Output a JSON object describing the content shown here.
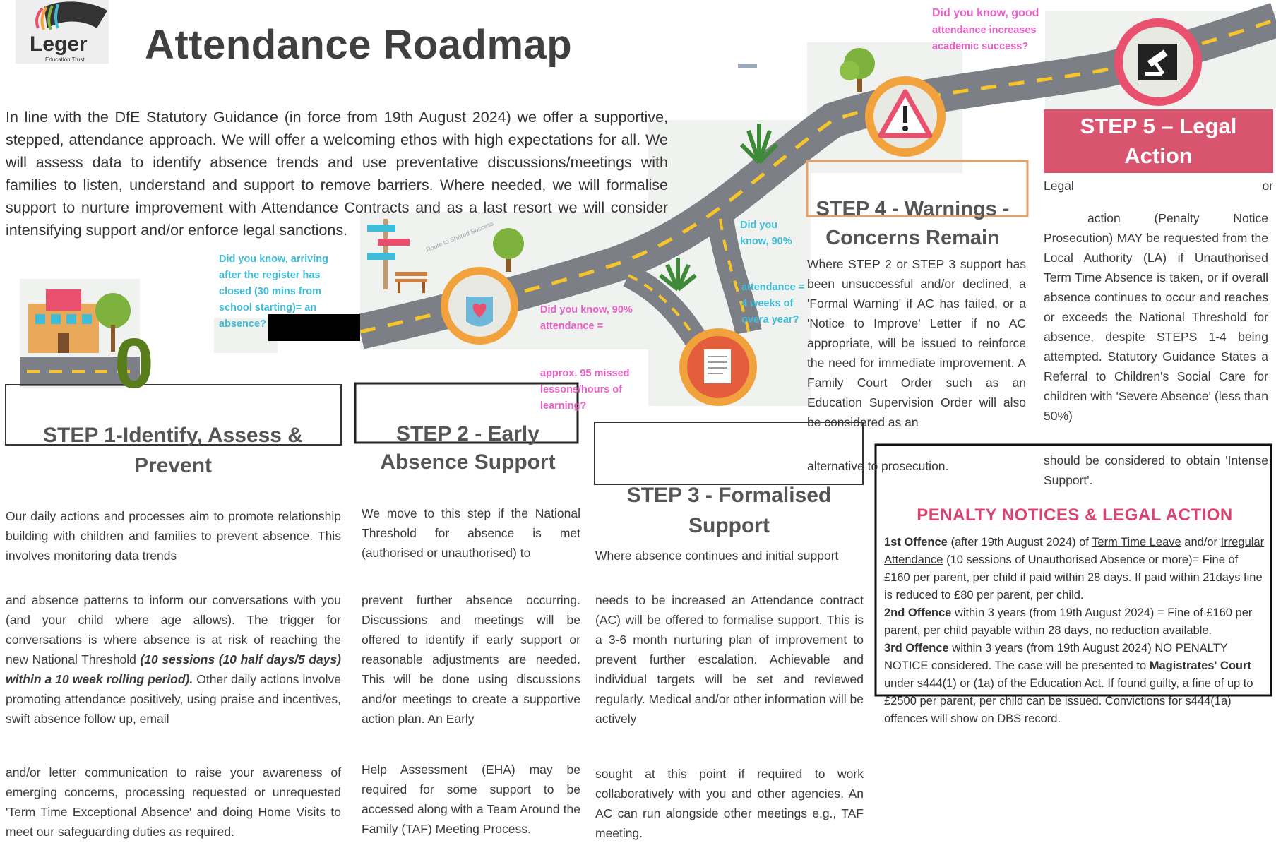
{
  "header": {
    "logo_text": "Leger",
    "logo_subtext": "Education Trust",
    "title": "Attendance Roadmap"
  },
  "intro": "In line with the DfE Statutory Guidance (in force from 19th August 2024) we offer a supportive, stepped, attendance approach. We will offer a welcoming ethos with high expectations for all. We will assess data to identify absence trends and use preventative discussions/meetings with families to listen, understand and support to remove barriers. Where needed, we will formalise support to nurture improvement with Attendance Contracts and as a last resort we will consider intensifying support and/or enforce legal sanctions.",
  "facts": {
    "arriving_late": "Did you know, arriving after the register has closed (30 mins from school starting)= an absence?",
    "good_attendance_1": "Did you know, good",
    "good_attendance_2": "attendance increases academic success?",
    "ninety_percent_1": "Did you know, 90% attendance =",
    "ninety_percent_2": "approx. 95 missed lessons/hours of learning?",
    "cyan_fragment_1": "Did you know, 90%",
    "cyan_fragment_2": "attendance = 4 weeks of overa year?"
  },
  "road_sign": "Route to Shared Success",
  "step_zero_marker": "0",
  "step1": {
    "title": "STEP 1-Identify, Assess & Prevent",
    "p1": "Our daily actions and processes aim to promote relationship building with children and families to prevent absence. This involves monitoring data trends",
    "p2a": "and absence patterns to inform our conversations with you (and your child where age allows). The trigger for conversations is where absence is at risk of reaching the new National Threshold ",
    "p2b": "(10 sessions (10 half days/5 days) within a 10 week rolling period).",
    "p2c": " Other daily actions involve promoting attendance positively, using praise and incentives, swift absence follow up, email",
    "p3": "and/or letter communication to raise your awareness of emerging concerns, processing requested or unrequested 'Term Time Exceptional Absence' and doing Home Visits to meet our safeguarding duties as required."
  },
  "step2": {
    "title": "STEP 2 - Early Absence Support",
    "p1": "We move to this step if the National Threshold for absence is met (authorised or unauthorised) to",
    "p2": "prevent further absence occurring. Discussions and meetings will be offered to identify if early support or reasonable adjustments are needed. This will be done using discussions and/or meetings to create a supportive action plan. An Early",
    "p3": "Help Assessment (EHA) may be required for some support to be accessed along with a Team Around the Family (TAF) Meeting Process."
  },
  "step3": {
    "title": "STEP 3 - Formalised Support",
    "p1": "Where absence continues and initial support",
    "p2": "needs to be increased an Attendance contract (AC) will be offered to formalise support. This is a 3-6 month nurturing plan of improvement to prevent further escalation. Achievable and individual targets will be set and reviewed regularly. Medical and/or other information will be actively",
    "p3": "sought at this point if required to work collaboratively with you and other agencies. An AC can run alongside other meetings e.g., TAF meeting."
  },
  "step4": {
    "title": "STEP 4 - Warnings - Concerns Remain",
    "p1": "Where STEP 2 or STEP 3 support has been unsuccessful and/or declined, a 'Formal Warning' if AC has failed, or a 'Notice to Improve' Letter if no AC appropriate, will be issued to reinforce the need for immediate improvement. A Family Court Order such as an Education Supervision Order will also be considered as an",
    "p2": "alternative to prosecution."
  },
  "step5": {
    "title_1": "STEP 5 – Legal Action",
    "title_2": "– No Improvement",
    "p1a": "Legal",
    "p1b": "or",
    "p1": "action (Penalty Notice Prosecution) MAY be requested from the Local Authority (LA) if Unauthorised Term Time Absence is taken, or if overall absence continues to occur and reaches or exceeds the National Threshold for absence, despite STEPS 1-4 being attempted. Statutory Guidance States a Referral to Children's Social Care for children with 'Severe Absence' (less than 50%)",
    "p2": "should be considered to obtain 'Intense Support'."
  },
  "penalty": {
    "title": "PENALTY NOTICES & LEGAL ACTION",
    "o1_label": "1st Offence",
    "o1_a": " (after 19th August 2024) of ",
    "o1_u1": "Term Time Leave",
    "o1_b": " and/or ",
    "o1_u2": "Irregular Attendance",
    "o1_c": " (10 sessions of Unauthorised Absence or more)= Fine of £160 per parent, per child if paid within 28 days. If paid within 21days fine is reduced to £80 per parent, per child.",
    "o2_label": "2nd Offence",
    "o2_text": " within 3 years (from 19th August 2024) = Fine of £160 per parent, per child payable within 28 days, no reduction available.",
    "o3_label": "3rd Offence",
    "o3_a": " within 3 years (from 19th August 2024) NO PENALTY NOTICE considered. The case will be presented to ",
    "o3_b": "Magistrates' Court",
    "o3_c": " under s444(1) or (1a) of the Education Act. If found guilty, a fine of up to £2500 per parent, per child can be issued. Convictions for s444(1a) offences will show on DBS record."
  },
  "colors": {
    "road": "#7d7f86",
    "road_line": "#f6c52a",
    "icon_ring": "#f2a23c",
    "step5_ring": "#e9506e",
    "step5_banner": "#d9546f",
    "heading_green": "#5a7d1c",
    "pink": "#e860c8",
    "cyan": "#3fbcd8",
    "penalty_red": "#d84472"
  },
  "icons": [
    "school-icon",
    "heart-hand-icon",
    "contract-icon",
    "warning-icon",
    "gavel-icon",
    "signpost-icon",
    "bench-icon",
    "tree-icon",
    "plant-icon",
    "horse-logo-icon"
  ]
}
